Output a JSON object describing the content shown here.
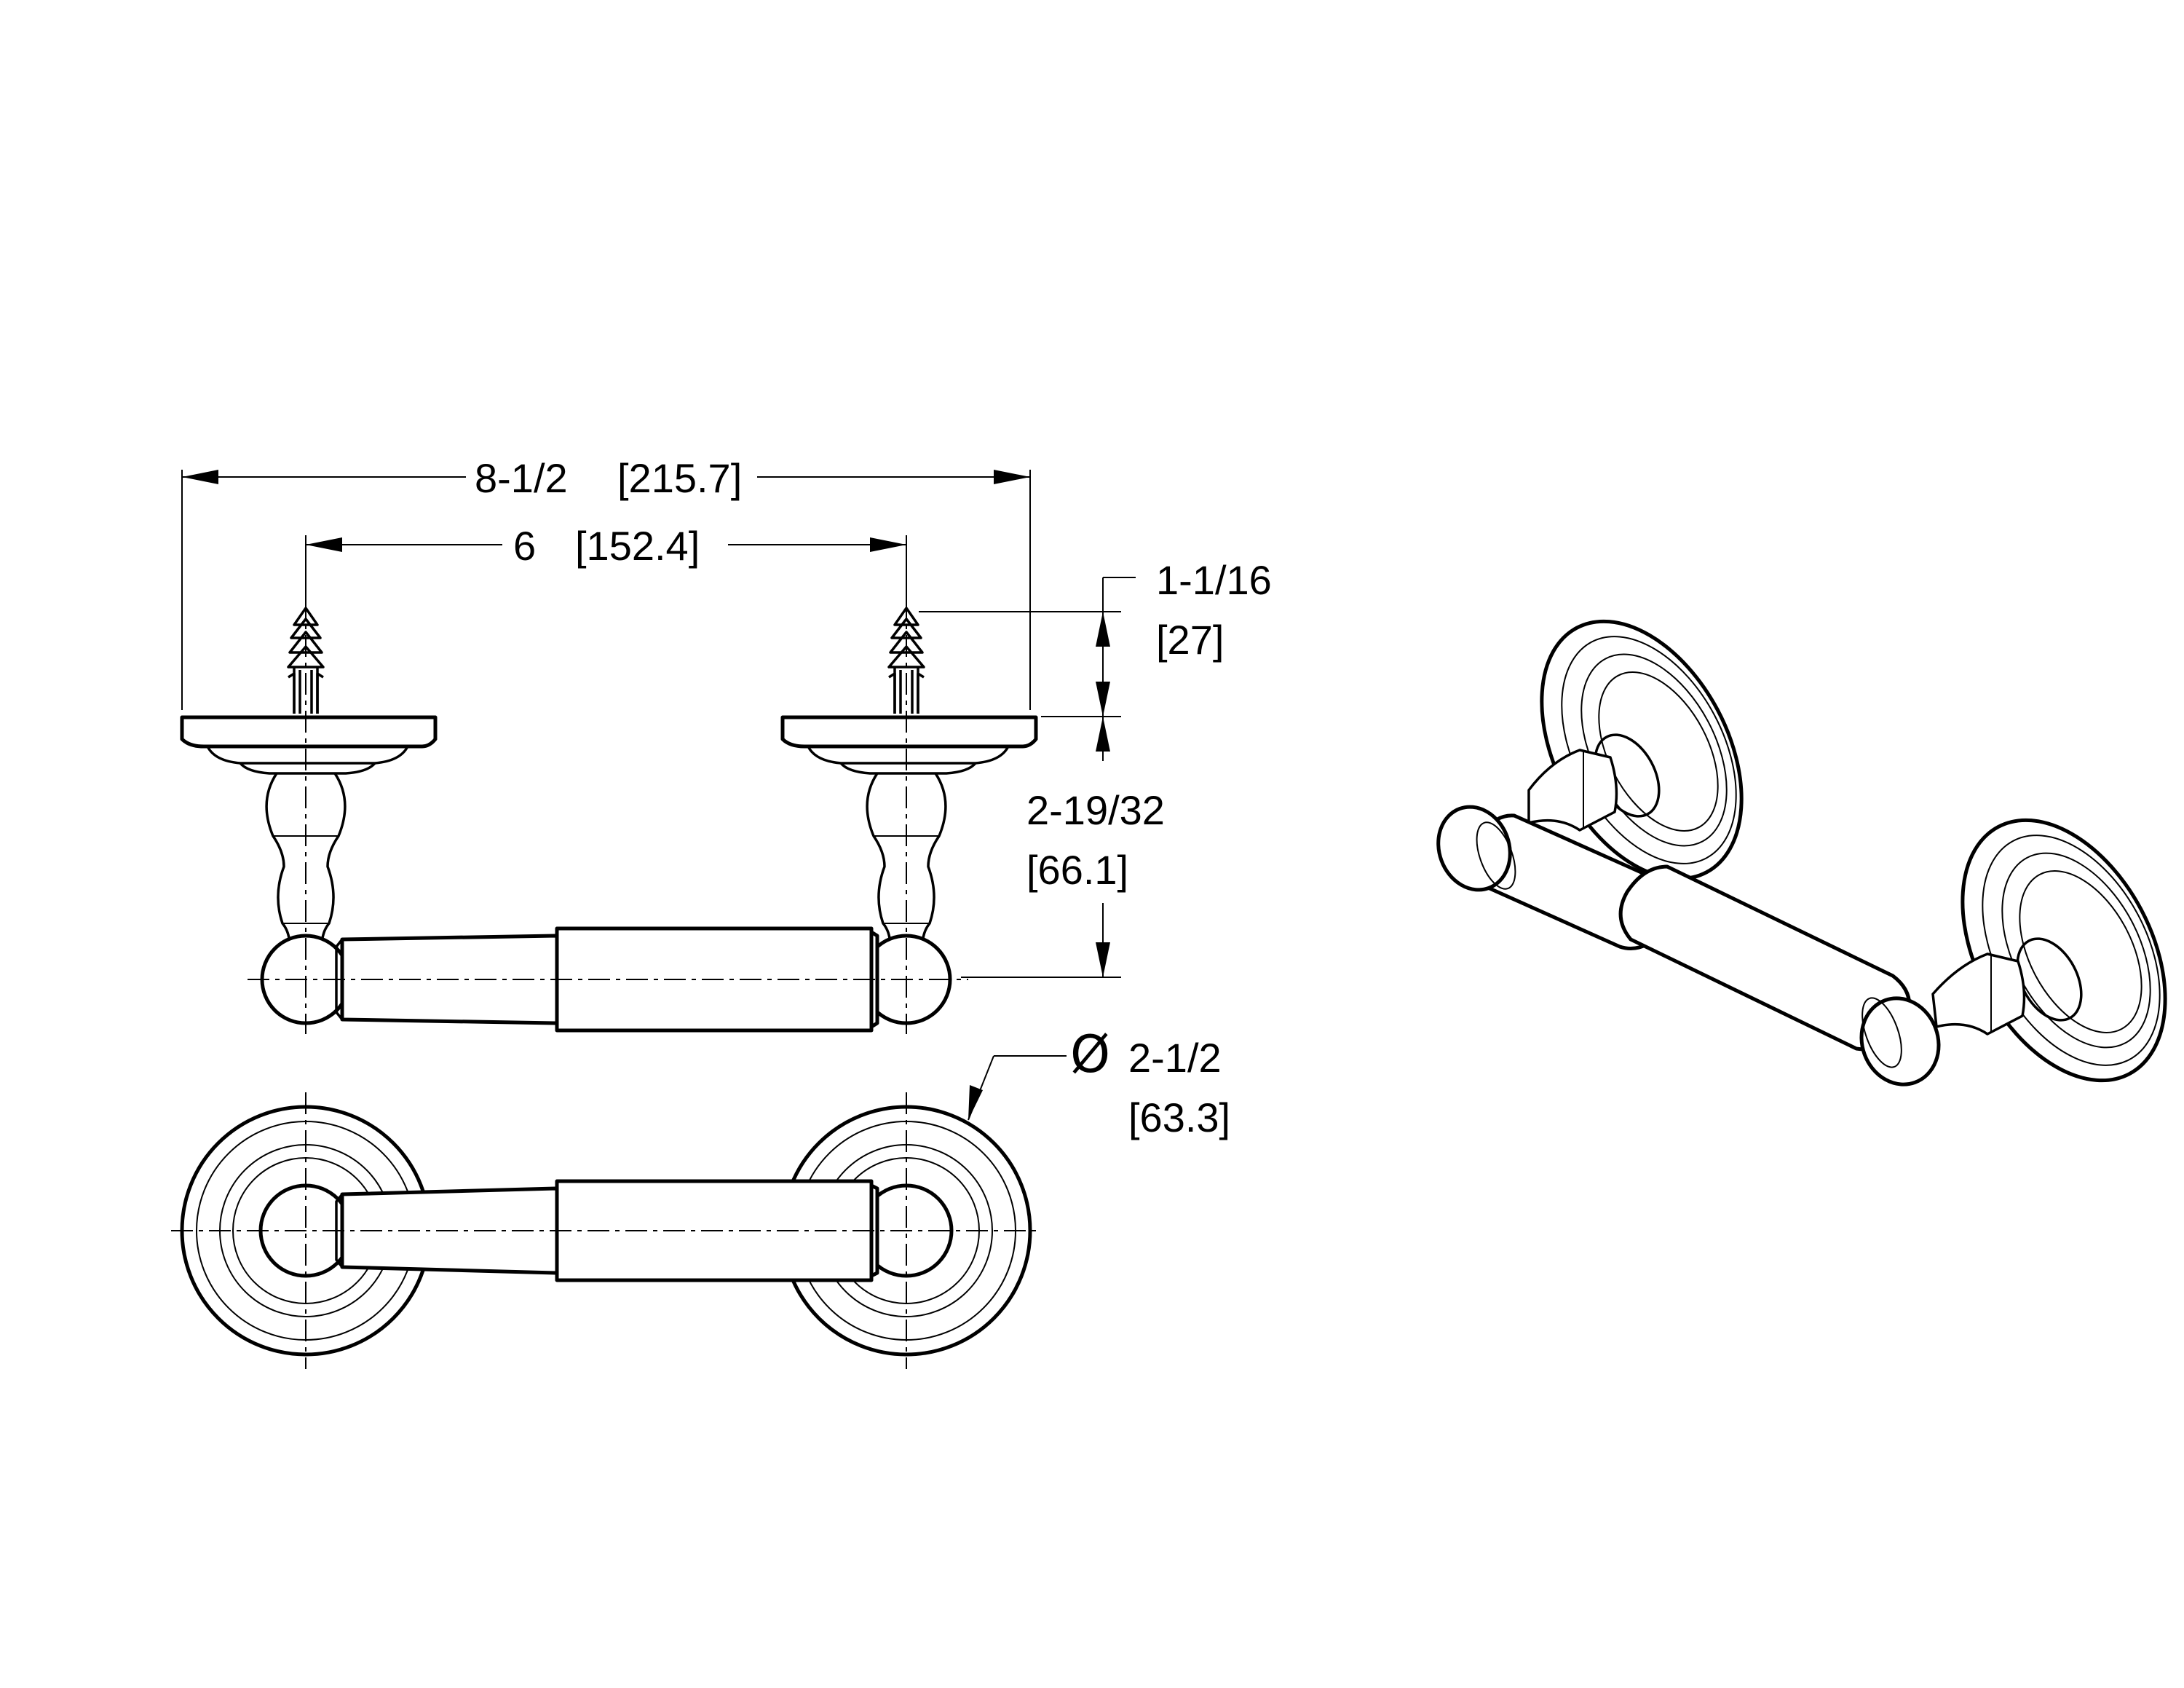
{
  "drawing": {
    "dimensions": {
      "overall_width": {
        "fraction": "8-1/2",
        "metric": "[215.7]"
      },
      "mount_spacing": {
        "fraction": "6",
        "metric": "[152.4]"
      },
      "screw_length": {
        "fraction": "1-1/16",
        "metric": "[27]"
      },
      "projection": {
        "fraction": "2-19/32",
        "metric": "[66.1]"
      },
      "rosette_diameter": {
        "symbol": "Ø",
        "fraction": "2-1/2",
        "metric": "[63.3]"
      }
    }
  }
}
